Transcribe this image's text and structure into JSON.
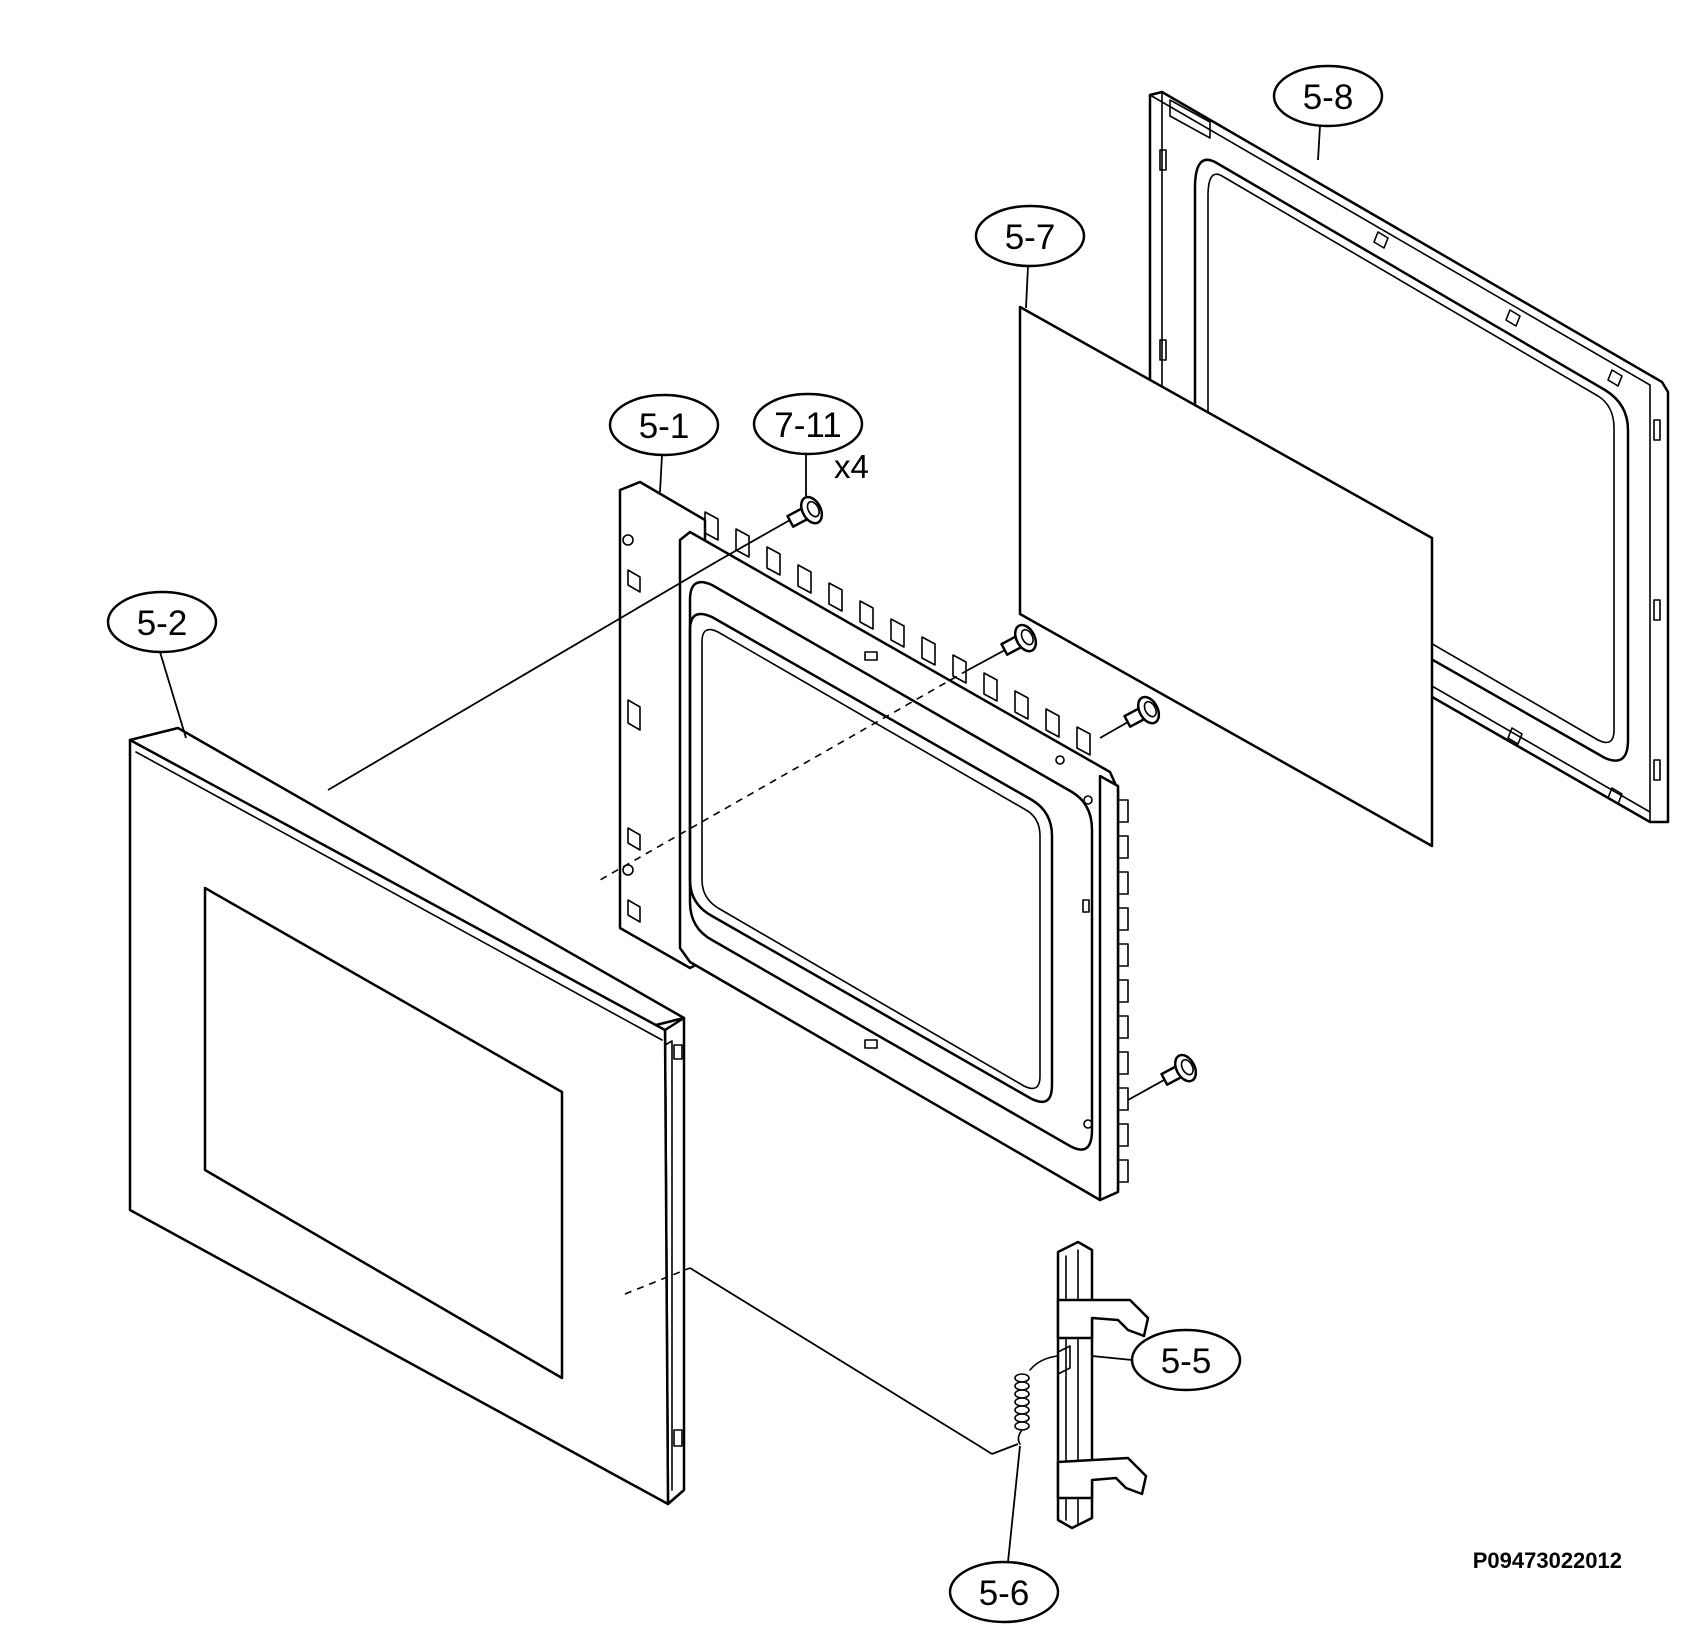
{
  "callouts": [
    {
      "id": "5-8",
      "label": "5-8",
      "name": "door-choke-frame"
    },
    {
      "id": "5-7",
      "label": "5-7",
      "name": "door-screen"
    },
    {
      "id": "5-1",
      "label": "5-1",
      "name": "door-panel"
    },
    {
      "id": "7-11",
      "label": "7-11",
      "name": "screw"
    },
    {
      "id": "5-2",
      "label": "5-2",
      "name": "door-front-frame"
    },
    {
      "id": "5-5",
      "label": "5-5",
      "name": "latch-hook"
    },
    {
      "id": "5-6",
      "label": "5-6",
      "name": "latch-spring"
    }
  ],
  "screw_quantity": "x4",
  "drawing_code": "P09473022012"
}
